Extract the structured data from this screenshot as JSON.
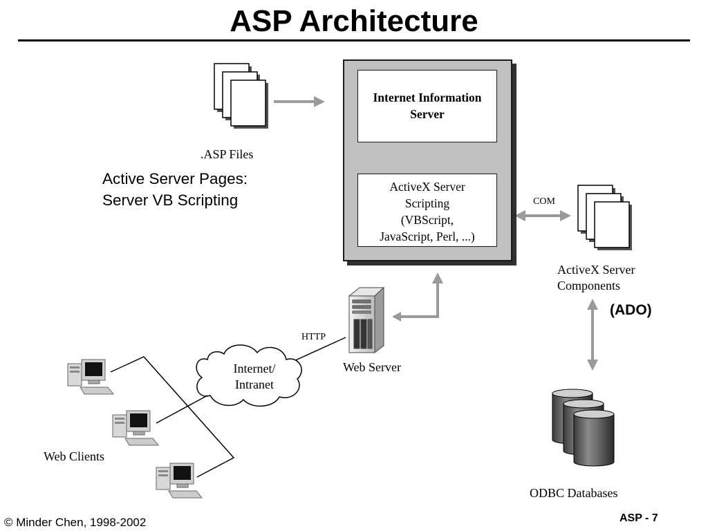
{
  "slide": {
    "title": "ASP Architecture",
    "subtitle_line1": "Active Server Pages:",
    "subtitle_line2": "Server VB Scripting",
    "asp_files_label": ".ASP Files",
    "iis_line1": "Internet Information",
    "iis_line2": "Server",
    "activex_scripting_lines": [
      "ActiveX Server",
      "Scripting",
      "(VBScript,",
      "JavaScript, Perl, ...)"
    ],
    "com_label": "COM",
    "components_line1": "ActiveX Server",
    "components_line2": "Components",
    "ado_label": "(ADO)",
    "http_label": "HTTP",
    "web_server_label": "Web Server",
    "cloud_line1": "Internet/",
    "cloud_line2": "Intranet",
    "web_clients_label": "Web Clients",
    "odbc_label": "ODBC Databases",
    "copyright": "© Minder Chen, 1998-2002",
    "page_number": "ASP - 7"
  },
  "colors": {
    "arrow": "#9a9a9a",
    "server_fill": "#c0c0c0",
    "text": "#000000"
  },
  "icons": [
    "document-stack-icon",
    "document-stack-icon",
    "web-server-tower-icon",
    "cloud-icon",
    "desktop-computer-icon",
    "database-cylinders-icon"
  ]
}
